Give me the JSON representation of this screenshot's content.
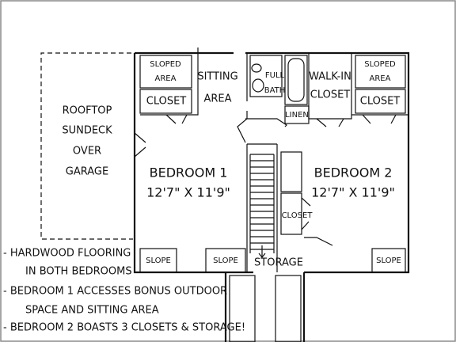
{
  "plan": {
    "rooms": {
      "sloped_left": [
        "SLOPED",
        "AREA"
      ],
      "closet_left": "CLOSET",
      "sitting": [
        "SITTING",
        "AREA"
      ],
      "full_bath": [
        "FULL",
        "BATH"
      ],
      "walkin": [
        "WALK-IN",
        "CLOSET"
      ],
      "sloped_right": [
        "SLOPED",
        "AREA"
      ],
      "closet_right": "CLOSET",
      "linen": "LINEN",
      "sundeck": [
        "ROOFTOP",
        "SUNDECK",
        "OVER",
        "GARAGE"
      ],
      "bedroom1": {
        "name": "BEDROOM 1",
        "size": "12'7\" X 11'9\""
      },
      "bedroom2": {
        "name": "BEDROOM 2",
        "size": "12'7\" X 11'9\""
      },
      "closet_center": "CLOSET",
      "slope_left": "SLOPE",
      "slope_mid": "SLOPE",
      "slope_right": "SLOPE",
      "storage": "STORAGE"
    }
  },
  "notes": [
    "- HARDWOOD FLOORING",
    "IN BOTH BEDROOMS",
    "- BEDROOM 1 ACCESSES BONUS OUTDOOR",
    "SPACE AND SITTING AREA",
    "- BEDROOM 2 BOASTS 3 CLOSETS & STORAGE!"
  ]
}
